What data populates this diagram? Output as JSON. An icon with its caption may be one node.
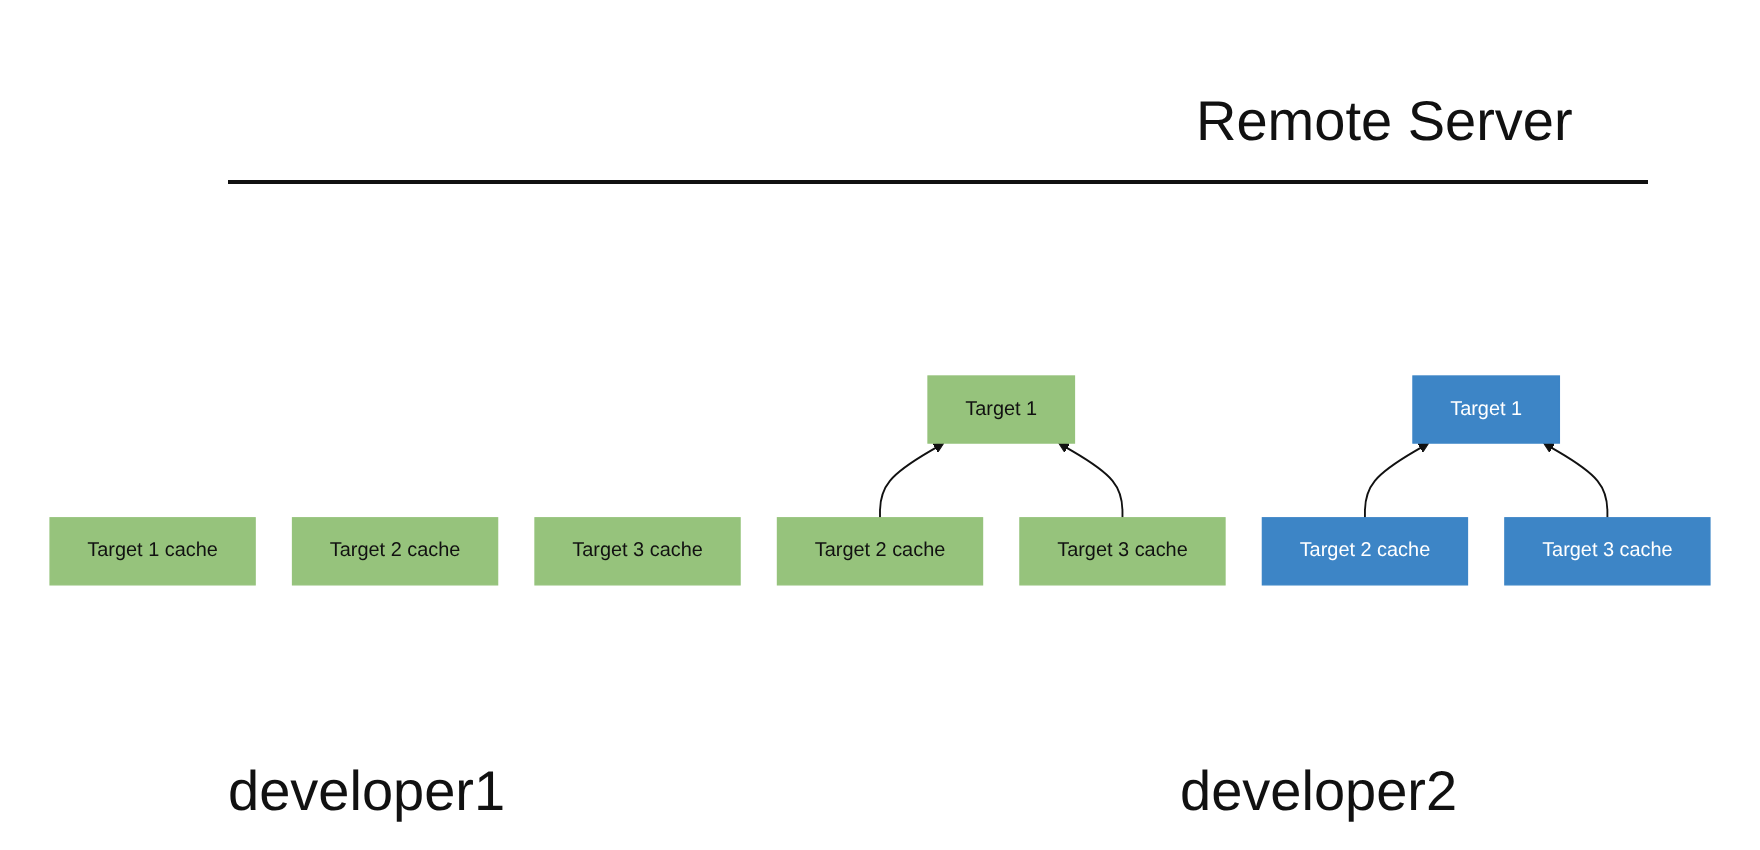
{
  "diagram": {
    "nodes": [
      {
        "text": [
          "Target 1 cache"
        ]
      },
      {
        "text": [
          "Target 2 cache"
        ]
      },
      {
        "text": [
          "Target 3 cache"
        ]
      },
      {
        "text": [
          "Target 1"
        ]
      },
      {
        "text": [
          "Target 2 cache"
        ]
      },
      {
        "text": [
          "Target 3 cache"
        ]
      },
      {
        "text": [
          "Target 1"
        ]
      },
      {
        "text": [
          "Target 2 cache"
        ]
      },
      {
        "text": [
          "Target 3 cache"
        ]
      }
    ],
    "edges": [
      {
        "from": 4,
        "to": 3,
        "arrow": "to"
      },
      {
        "from": 5,
        "to": 3,
        "arrow": "to"
      },
      {
        "from": 7,
        "to": 6,
        "arrow": "to"
      },
      {
        "from": 8,
        "to": 6,
        "arrow": "to"
      }
    ],
    "labels": [
      "Remote Server",
      "developer1",
      "developer2"
    ]
  }
}
